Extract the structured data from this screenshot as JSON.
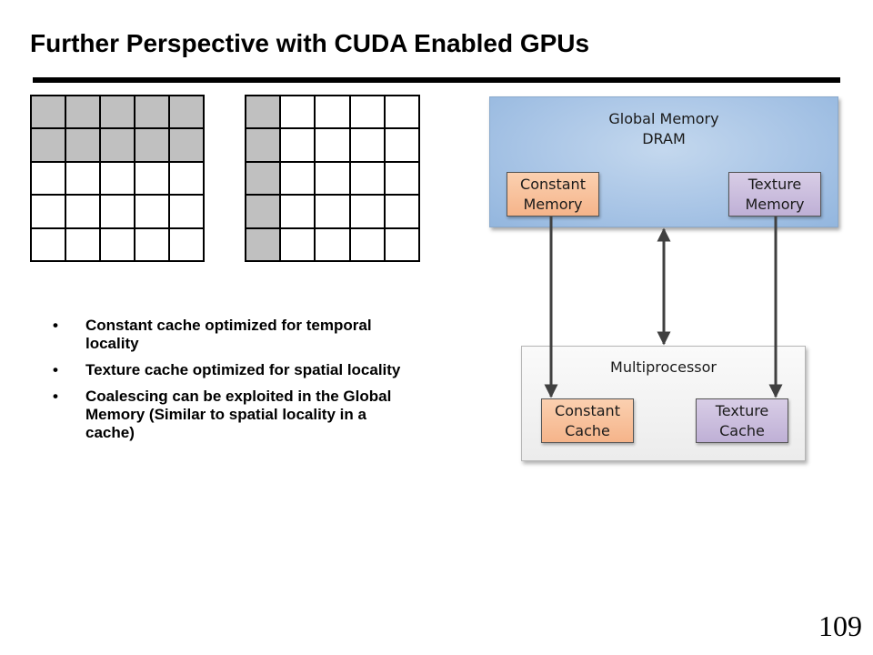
{
  "slide": {
    "title": "Further Perspective with CUDA Enabled GPUs",
    "page_number": "109"
  },
  "grids": {
    "row_access": {
      "rows": 5,
      "cols": 5,
      "shaded_rows": [
        0,
        1
      ],
      "shaded_cols": []
    },
    "column_access": {
      "rows": 5,
      "cols": 5,
      "shaded_rows": [],
      "shaded_cols": [
        0
      ]
    }
  },
  "bullets": [
    {
      "marker": "•",
      "text": "Constant cache optimized for temporal locality"
    },
    {
      "marker": "•",
      "text": "Texture cache optimized for spatial locality"
    },
    {
      "marker": "•",
      "text": "Coalescing can be exploited in the Global Memory (Similar to spatial locality in a cache)"
    }
  ],
  "diagram": {
    "global_memory": {
      "line1": "Global Memory",
      "line2": "DRAM",
      "color": "#a9c5e6"
    },
    "constant_memory": {
      "line1": "Constant",
      "line2": "Memory",
      "color": "#f5b48a"
    },
    "texture_memory": {
      "line1": "Texture",
      "line2": "Memory",
      "color": "#bfb0d6"
    },
    "multiprocessor": {
      "label": "Multiprocessor"
    },
    "constant_cache": {
      "line1": "Constant",
      "line2": "Cache",
      "color": "#f5b48a"
    },
    "texture_cache": {
      "line1": "Texture",
      "line2": "Cache",
      "color": "#bfb0d6"
    }
  }
}
